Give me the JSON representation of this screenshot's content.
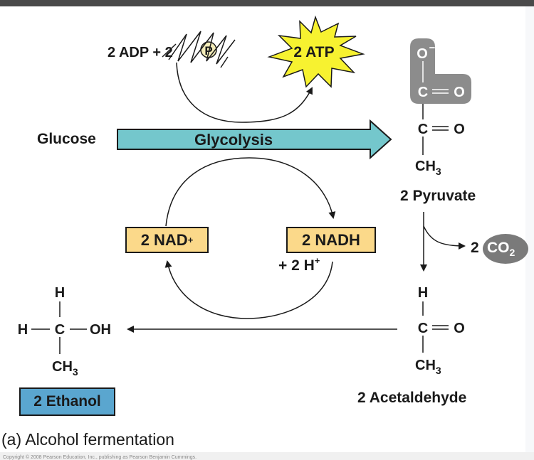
{
  "diagram": {
    "adp_label": "2 ADP + 2",
    "p_label": "P",
    "atp_label": "2 ATP",
    "glucose_label": "Glucose",
    "glycolysis_label": "Glycolysis",
    "pyruvate_label": "2 Pyruvate",
    "nad_plus": {
      "text": "2 NAD",
      "sup": "+"
    },
    "nadh": "2 NADH",
    "h_plus": {
      "text": "+ 2 H",
      "sup": "+"
    },
    "co2": {
      "prefix": "2",
      "text": "CO",
      "sub": "2"
    },
    "acetaldehyde_label": "2 Acetaldehyde",
    "ethanol_label": "2 Ethanol",
    "caption": "(a) Alcohol fermentation",
    "copyright": "Copyright © 2008 Pearson Education, Inc., publishing as Pearson Benjamin Cummings.",
    "atoms": {
      "o_minus": "O",
      "minus": "−",
      "c": "C",
      "o": "O",
      "ch": "CH",
      "three": "3",
      "h": "H",
      "oh": "OH"
    }
  },
  "colors": {
    "arrow_fill": "#74c7cc",
    "atp_burst": "#f7f230",
    "nad_box": "#fbd98a",
    "ethanol_box": "#5aa6cf",
    "co2_bubble": "#7a7a7a",
    "carboxyl_highlight": "#8c8c8c"
  }
}
